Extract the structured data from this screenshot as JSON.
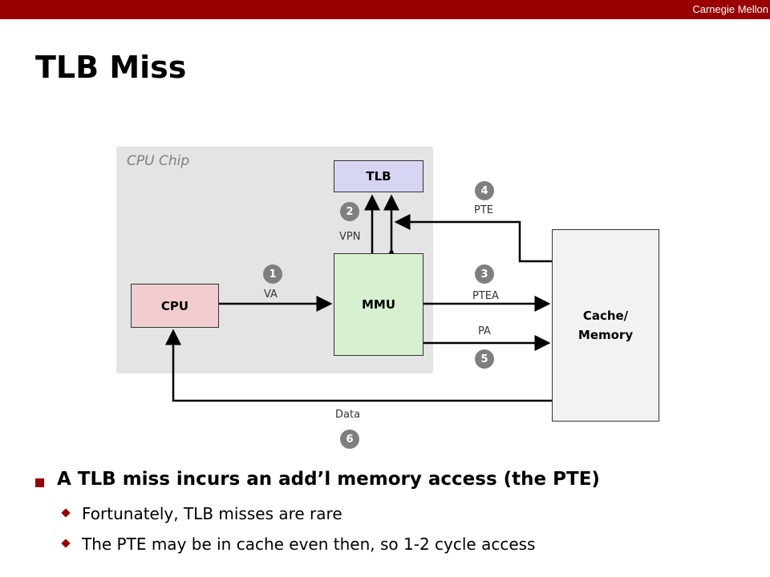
{
  "header": {
    "brand": "Carnegie Mellon",
    "title": "TLB Miss",
    "accent_color": "#990000"
  },
  "diagram": {
    "chip_label": "CPU Chip",
    "boxes": {
      "tlb": "TLB",
      "mmu": "MMU",
      "cpu": "CPU",
      "memory_line1": "Cache/",
      "memory_line2": "Memory"
    },
    "edge_labels": {
      "va": "VA",
      "vpn": "VPN",
      "pte": "PTE",
      "ptea": "PTEA",
      "pa": "PA",
      "data": "Data"
    },
    "steps": {
      "va": "1",
      "vpn": "2",
      "ptea": "3",
      "pte": "4",
      "pa": "5",
      "data": "6"
    }
  },
  "bullets": {
    "main": "A TLB miss incurs an add’l memory access (the PTE)",
    "sub": [
      "Fortunately, TLB misses are rare",
      "The PTE may be in cache even then, so 1-2 cycle access"
    ]
  }
}
